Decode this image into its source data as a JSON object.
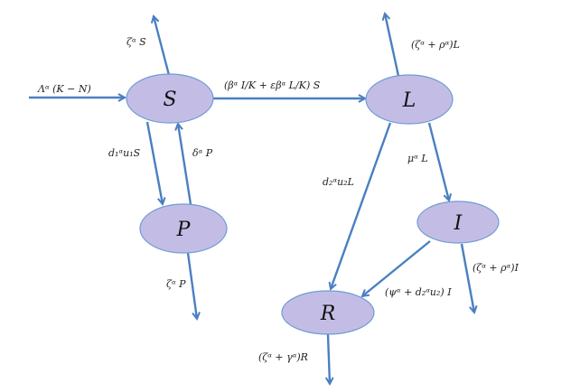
{
  "nodes": {
    "S": "S",
    "L": "L",
    "P": "P",
    "I": "I",
    "R": "R"
  },
  "edges": {
    "recruitment": "Λᵅ (K − N)",
    "s_death": "ζᵅ S",
    "s_to_l": "(βᵅ I/K + εβᵅ L/K) S",
    "s_to_p": "d₁ᵅu₁S",
    "p_to_s": "δᵅ P",
    "p_death": "ζᵅ P",
    "l_death": "(ζᵅ + ρᵅ)L",
    "l_to_i": "μᵅ L",
    "l_to_r": "d₂ᵅu₂L",
    "i_death": "(ζᵅ + ρᵅ)I",
    "i_to_r": "(ψᵅ + d₂ᵅu₂) I",
    "r_death": "(ζᵅ + γᵅ)R"
  },
  "colors": {
    "node_fill": "#c3bde6",
    "edge": "#4a7fc1"
  }
}
